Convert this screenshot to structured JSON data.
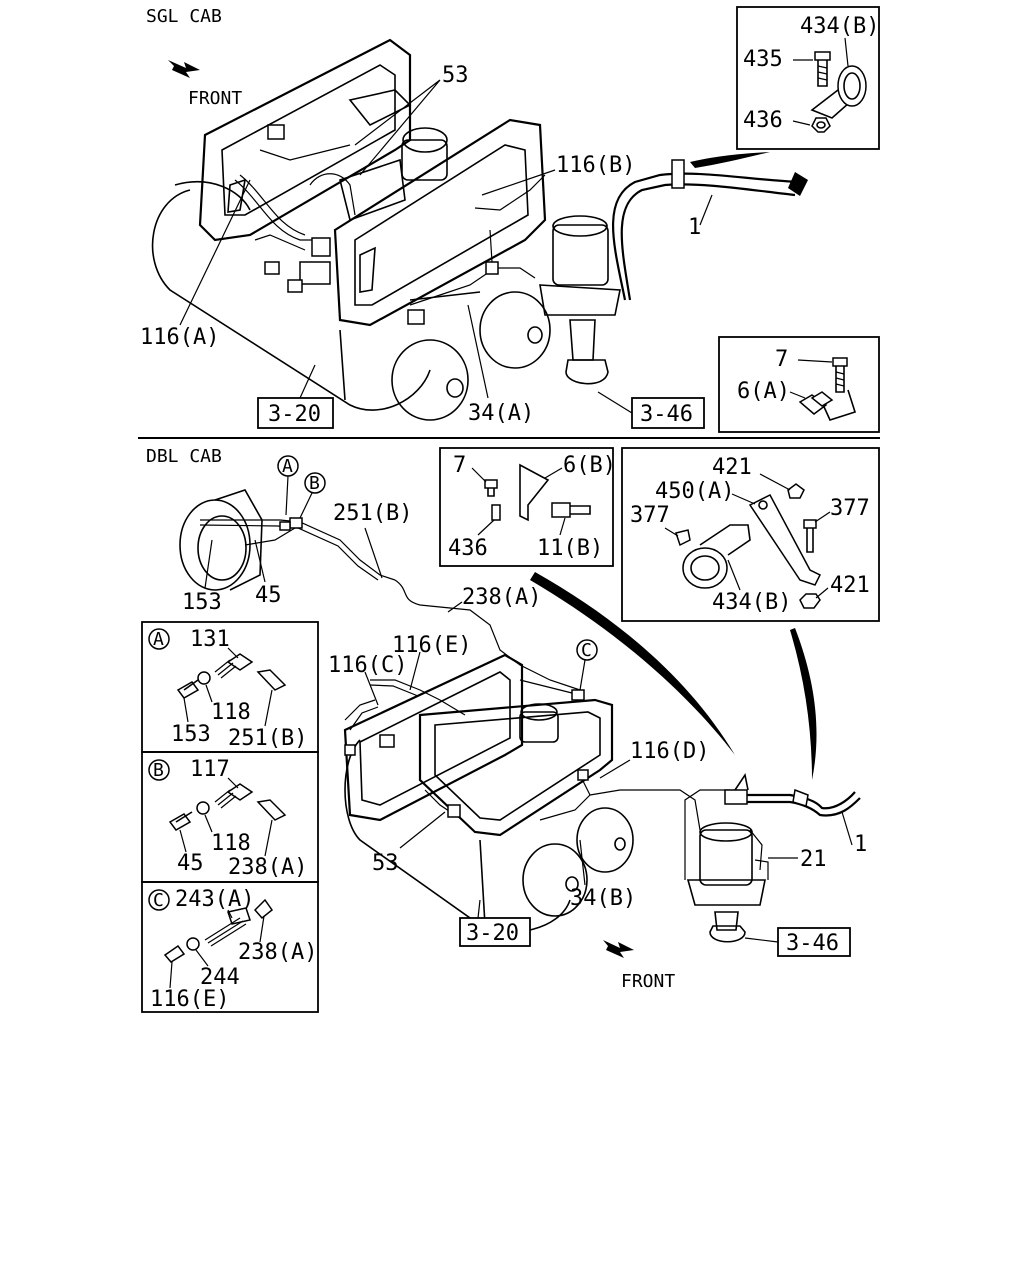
{
  "sections": {
    "sgl": "SGL CAB",
    "dbl": "DBL CAB",
    "front_top": "FRONT",
    "front_bottom": "FRONT"
  },
  "refs": {
    "r320_top": "3-20",
    "r346_top": "3-46",
    "r320_bot": "3-20",
    "r346_bot": "3-46"
  },
  "labels": {
    "p434b_top": "434(B)",
    "p435": "435",
    "p436_top": "436",
    "p53_top": "53",
    "p116b": "116(B)",
    "p1_top": "1",
    "p116a": "116(A)",
    "p34a": "34(A)",
    "p7_top": "7",
    "p6a": "6(A)",
    "p7_mid": "7",
    "p6b": "6(B)",
    "p436_mid": "436",
    "p11b": "11(B)",
    "p421_a": "421",
    "p450a": "450(A)",
    "p377_l": "377",
    "p377_r": "377",
    "p434b_mid": "434(B)",
    "p421_b": "421",
    "p153_top": "153",
    "p45_top": "45",
    "p251b_top": "251(B)",
    "p238a_top": "238(A)",
    "p116e": "116(E)",
    "p116c": "116(C)",
    "p116d": "116(D)",
    "p1_bot": "1",
    "p21": "21",
    "p53_bot": "53",
    "p34b": "34(B)",
    "cA": "A",
    "cB": "B",
    "cC": "C",
    "dA_131": "131",
    "dA_153": "153",
    "dA_118": "118",
    "dA_251b": "251(B)",
    "dB_117": "117",
    "dB_45": "45",
    "dB_118": "118",
    "dB_238a": "238(A)",
    "dC_243a": "243(A)",
    "dC_238a": "238(A)",
    "dC_244": "244",
    "dC_116e": "116(E)"
  }
}
